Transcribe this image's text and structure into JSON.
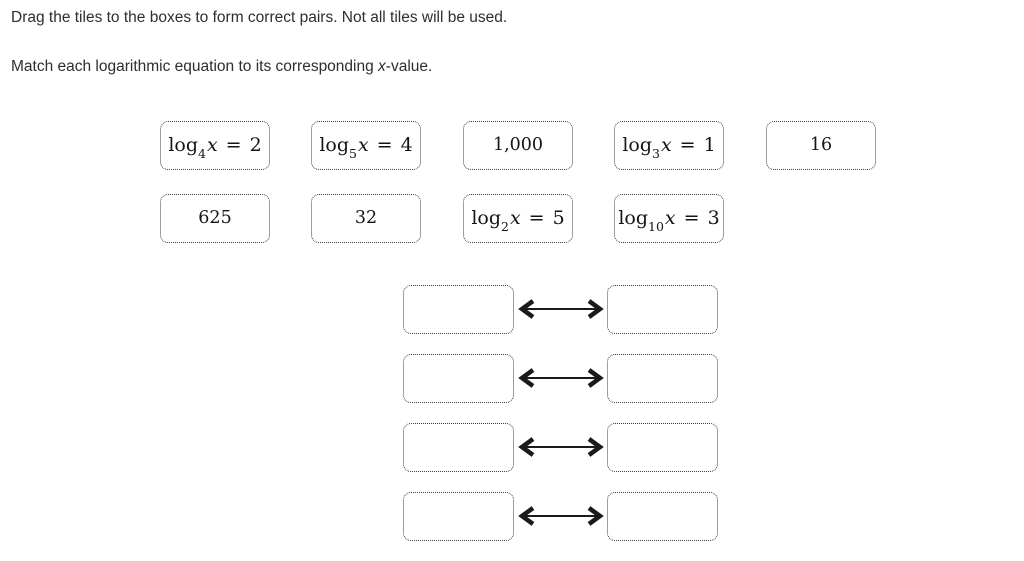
{
  "instructions": {
    "line1": "Drag the tiles to the boxes to form correct pairs. Not all tiles will be used.",
    "line2_pre": "Match each logarithmic equation to its corresponding ",
    "line2_var": "x",
    "line2_post": "-value."
  },
  "tiles": [
    {
      "kind": "equation",
      "func": "log",
      "base": "4",
      "variable": "x",
      "relation": "=",
      "value": "2"
    },
    {
      "kind": "equation",
      "func": "log",
      "base": "5",
      "variable": "x",
      "relation": "=",
      "value": "4"
    },
    {
      "kind": "number",
      "text": "1,000"
    },
    {
      "kind": "equation",
      "func": "log",
      "base": "3",
      "variable": "x",
      "relation": "=",
      "value": "1"
    },
    {
      "kind": "number",
      "text": "16"
    },
    {
      "kind": "number",
      "text": "625"
    },
    {
      "kind": "number",
      "text": "32"
    },
    {
      "kind": "equation",
      "func": "log",
      "base": "2",
      "variable": "x",
      "relation": "=",
      "value": "5"
    },
    {
      "kind": "equation",
      "func": "log",
      "base": "10",
      "variable": "x",
      "relation": "=",
      "value": "3"
    }
  ],
  "pairs": {
    "row_count": 4,
    "left_slots": [
      "",
      "",
      "",
      ""
    ],
    "right_slots": [
      "",
      "",
      "",
      ""
    ]
  },
  "icons": {
    "pair_connector": "double-arrow"
  },
  "colors": {
    "background": "#ffffff",
    "instruction_text": "#2e2e2e",
    "math_text": "#141414",
    "tile_border": "#3c3c3c",
    "arrow": "#1a1a1a"
  }
}
